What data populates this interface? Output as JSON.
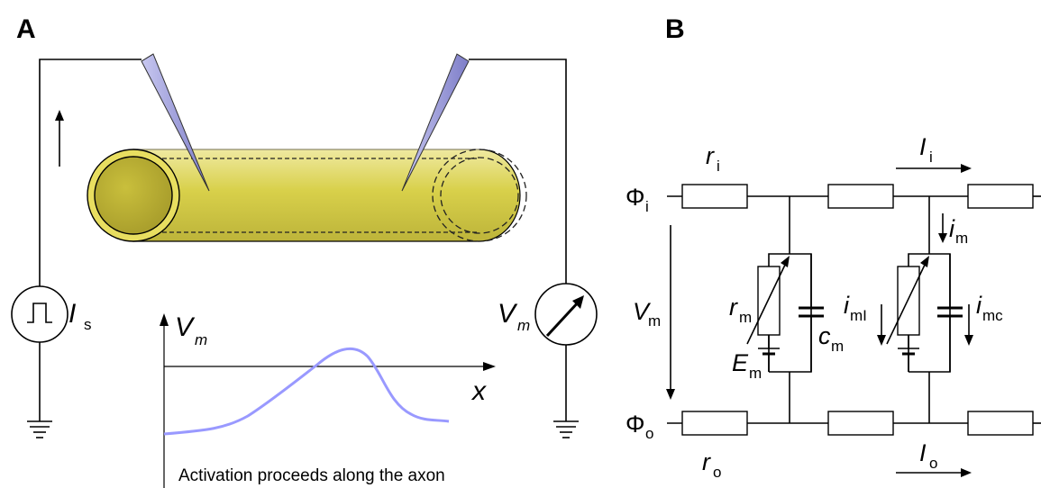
{
  "panel_a": {
    "label": "A",
    "stimulus_symbol": "I",
    "stimulus_sub": "s",
    "recording_symbol": "V",
    "recording_sub": "m",
    "plot_y_symbol": "V",
    "plot_y_sub": "m",
    "plot_x_symbol": "x",
    "caption": "Activation proceeds along the axon",
    "trace_color": "#9999ff",
    "axon_color": "#d8d04a"
  },
  "panel_b": {
    "label": "B",
    "phi_i": "Φ",
    "phi_i_sub": "i",
    "phi_o": "Φ",
    "phi_o_sub": "o",
    "r_i": "r",
    "r_i_sub": "i",
    "r_o": "r",
    "r_o_sub": "o",
    "I_i": "I",
    "I_i_sub": "i",
    "I_o": "I",
    "I_o_sub": "o",
    "V_m": "V",
    "V_m_sub": "m",
    "r_m": "r",
    "r_m_sub": "m",
    "c_m": "c",
    "c_m_sub": "m",
    "E_m": "E",
    "E_m_sub": "m",
    "i_m": "i",
    "i_m_sub": "m",
    "i_mI": "i",
    "i_mI_sub": "mI",
    "i_mc": "i",
    "i_mc_sub": "mc"
  }
}
